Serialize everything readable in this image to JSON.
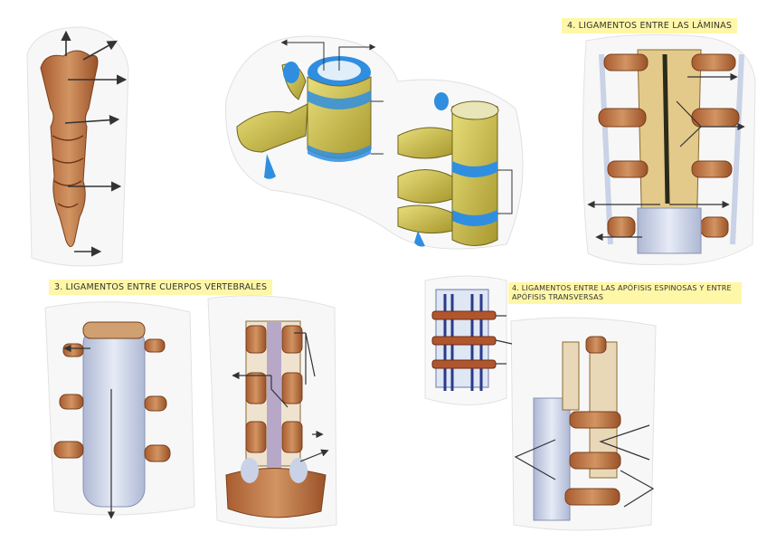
{
  "labels": {
    "laminas": "4. LIGAMENTOS ENTRE LAS LÁMINAS",
    "cuerpos": "3. LIGAMENTOS ENTRE CUERPOS VERTEBRALES",
    "apofisis": "4. LIGAMENTOS ENTRE LAS APÓFISIS ESPINOSAS Y ENTRE APÓFISIS TRANSVERSAS"
  },
  "colors": {
    "bone": "#c98a5a",
    "bone_dark": "#8a4a25",
    "bone_yellow": "#d9c85a",
    "disc_blue": "#2f8ee0",
    "ligament": "#c9d2e6",
    "label_bg": "#fff7a8",
    "arrow": "#333333"
  }
}
